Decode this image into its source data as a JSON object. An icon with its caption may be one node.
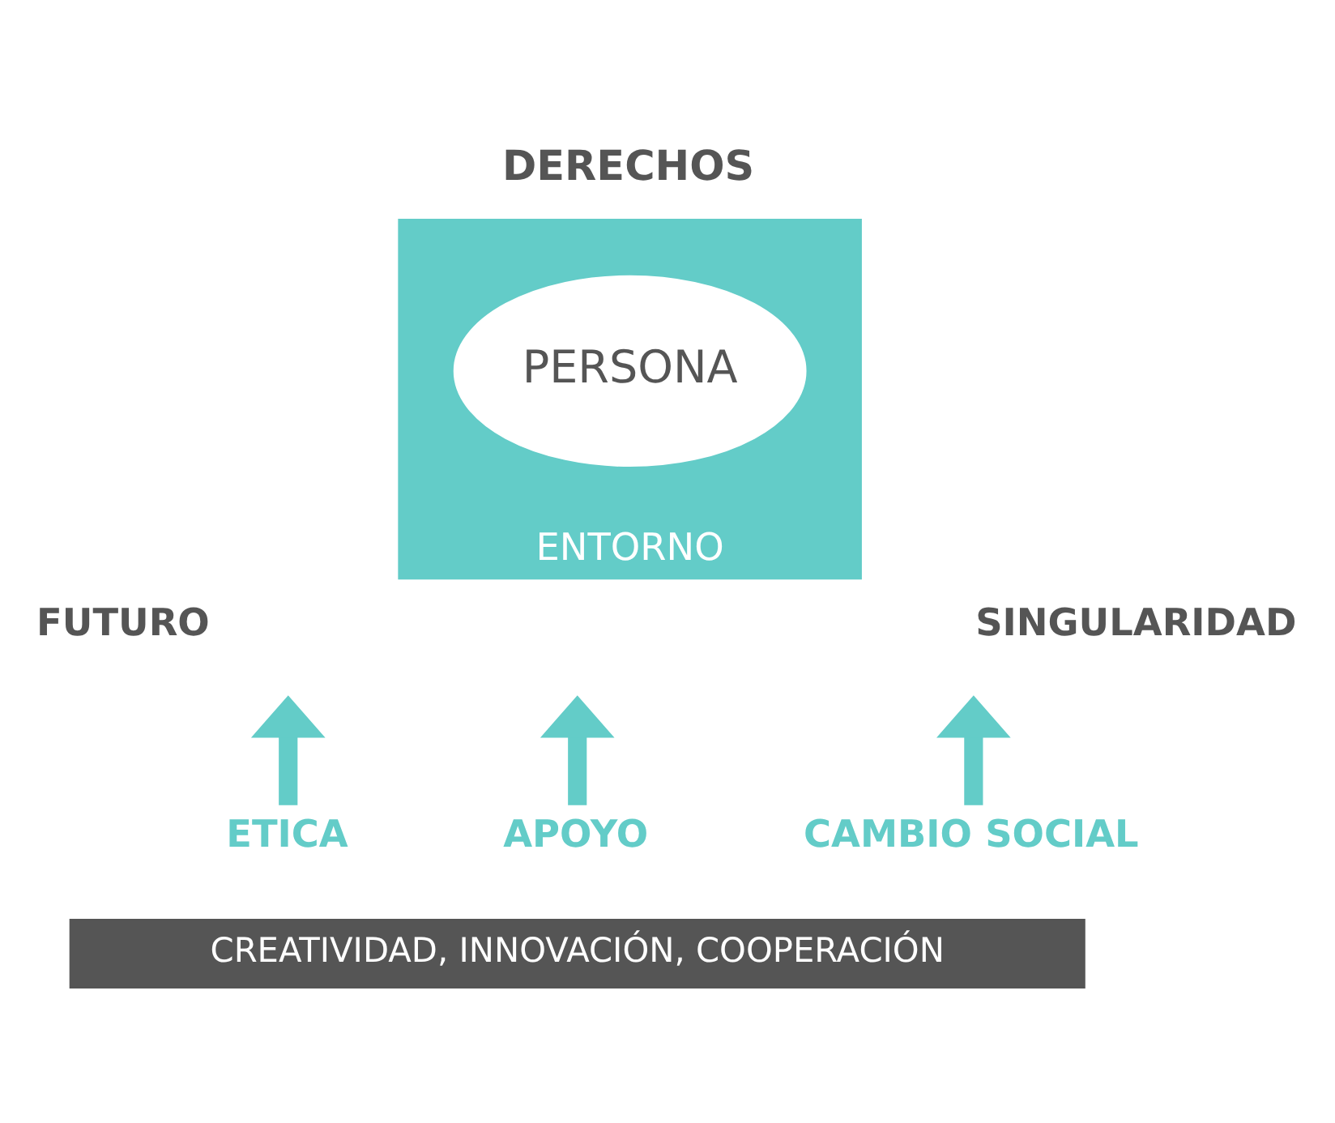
{
  "diagram": {
    "nodes": [
      {
        "text": [
          "DERECHOS"
        ]
      },
      {
        "text": [
          "ENTORNO"
        ]
      },
      {
        "text": [
          "PERSONA"
        ],
        "in": 1
      },
      {
        "text": [
          "FUTURO"
        ]
      },
      {
        "text": [
          "SINGULARIDAD"
        ]
      },
      {
        "text": [
          "ETICA"
        ]
      },
      {
        "text": [
          "APOYO"
        ]
      },
      {
        "text": [
          "CAMBIO SOCIAL"
        ]
      },
      {
        "text": [
          "CREATIVIDAD, INNOVACIÓN, COOPERACIÓN"
        ]
      }
    ],
    "edges": [
      {
        "from": 5,
        "to": null,
        "arrow": "to"
      },
      {
        "from": 6,
        "to": null,
        "arrow": "to"
      },
      {
        "from": 7,
        "to": null,
        "arrow": "to"
      }
    ]
  }
}
